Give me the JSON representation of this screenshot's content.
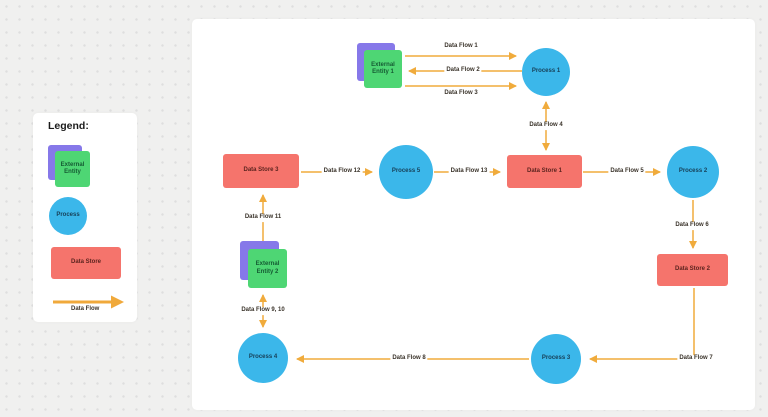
{
  "colors": {
    "background": "#f0f0ef",
    "panel": "#ffffff",
    "external_entity_green": "#4ed674",
    "external_entity_purple": "#8678e9",
    "process_blue": "#3bb7ea",
    "data_store_red": "#f5746c",
    "arrow_amber": "#f0ab3c"
  },
  "legend": {
    "title": "Legend:",
    "items": {
      "external_entity": "External Entity",
      "process": "Process",
      "data_store": "Data Store",
      "data_flow": "Data Flow"
    }
  },
  "diagram": {
    "nodes": [
      {
        "id": "external-entity-1",
        "type": "external-entity",
        "label": "External Entity 1"
      },
      {
        "id": "process-1",
        "type": "process",
        "label": "Process 1"
      },
      {
        "id": "data-store-3",
        "type": "data-store",
        "label": "Data Store 3"
      },
      {
        "id": "process-5",
        "type": "process",
        "label": "Process 5"
      },
      {
        "id": "data-store-1",
        "type": "data-store",
        "label": "Data Store 1"
      },
      {
        "id": "process-2",
        "type": "process",
        "label": "Process 2"
      },
      {
        "id": "data-store-2",
        "type": "data-store",
        "label": "Data Store 2"
      },
      {
        "id": "external-entity-2",
        "type": "external-entity",
        "label": "External Entity 2"
      },
      {
        "id": "process-4",
        "type": "process",
        "label": "Process 4"
      },
      {
        "id": "process-3",
        "type": "process",
        "label": "Process 3"
      }
    ],
    "flows": [
      {
        "label": "Data Flow 1",
        "from": "External Entity 1",
        "to": "Process 1"
      },
      {
        "label": "Data Flow 2",
        "from": "Process 1",
        "to": "External Entity 1"
      },
      {
        "label": "Data Flow 3",
        "from": "External Entity 1",
        "to": "Process 1"
      },
      {
        "label": "Data Flow 4",
        "from": "Process 1",
        "to": "Data Store 1",
        "bidirectional": true
      },
      {
        "label": "Data Flow 5",
        "from": "Data Store 1",
        "to": "Process 2"
      },
      {
        "label": "Data Flow 6",
        "from": "Process 2",
        "to": "Data Store 2"
      },
      {
        "label": "Data Flow 7",
        "from": "Data Store 2",
        "to": "Process 3"
      },
      {
        "label": "Data Flow 8",
        "from": "Process 3",
        "to": "Process 4"
      },
      {
        "label": "Data Flow 9, 10",
        "from": "External Entity 2",
        "to": "Process 4",
        "bidirectional": true
      },
      {
        "label": "Data Flow 11",
        "from": "External Entity 2",
        "to": "Data Store 3"
      },
      {
        "label": "Data Flow 12",
        "from": "Data Store 3",
        "to": "Process 5"
      },
      {
        "label": "Data Flow 13",
        "from": "Process 5",
        "to": "Data Store 1"
      }
    ]
  }
}
